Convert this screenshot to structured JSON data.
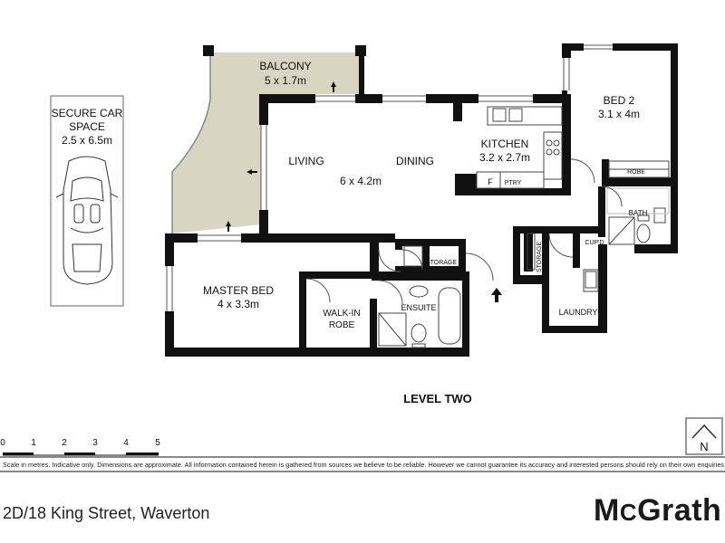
{
  "car_space": {
    "line1": "SECURE CAR",
    "line2": "SPACE",
    "dims": "2.5 x 6.5m"
  },
  "rooms": {
    "balcony": {
      "name": "BALCONY",
      "dims": "5 x 1.7m"
    },
    "living": {
      "name": "LIVING"
    },
    "living_dining_dims": "6 x 4.2m",
    "dining": {
      "name": "DINING"
    },
    "kitchen": {
      "name": "KITCHEN",
      "dims": "3.2 x 2.7m"
    },
    "bed2": {
      "name": "BED 2",
      "dims": "3.1 x 4m"
    },
    "robe": "ROBE",
    "bath": "BATH",
    "cupd": "CUP'D",
    "laundry": "LAUNDRY",
    "storage_a": "STORAGE",
    "storage_b": "STORAGE",
    "master_bed": {
      "name": "MASTER BED",
      "dims": "4 x 3.3m"
    },
    "walk_in_robe": {
      "line1": "WALK-IN",
      "line2": "ROBE"
    },
    "ensuite": "ENSUITE",
    "fridge": "F",
    "pantry": "PTRY"
  },
  "level": "LEVEL TWO",
  "scale": {
    "ticks": [
      "0",
      "1",
      "2",
      "3",
      "4",
      "5"
    ]
  },
  "compass": {
    "letter": "N"
  },
  "disclaimer": "Scale in metres. Indicative only. Dimensions are approximate. All information contained herein is gathered from sources we believe to be reliable. However we cannot guarantee its accuracy and interested persons should rely on their own enquiries",
  "address": "2D/18 King Street, Waverton",
  "brand": {
    "first": "M",
    "small": "C",
    "rest": "Grath"
  },
  "colors": {
    "wall": "#111111",
    "balcony_fill": "#d8d5c3",
    "car_border": "#666666"
  }
}
